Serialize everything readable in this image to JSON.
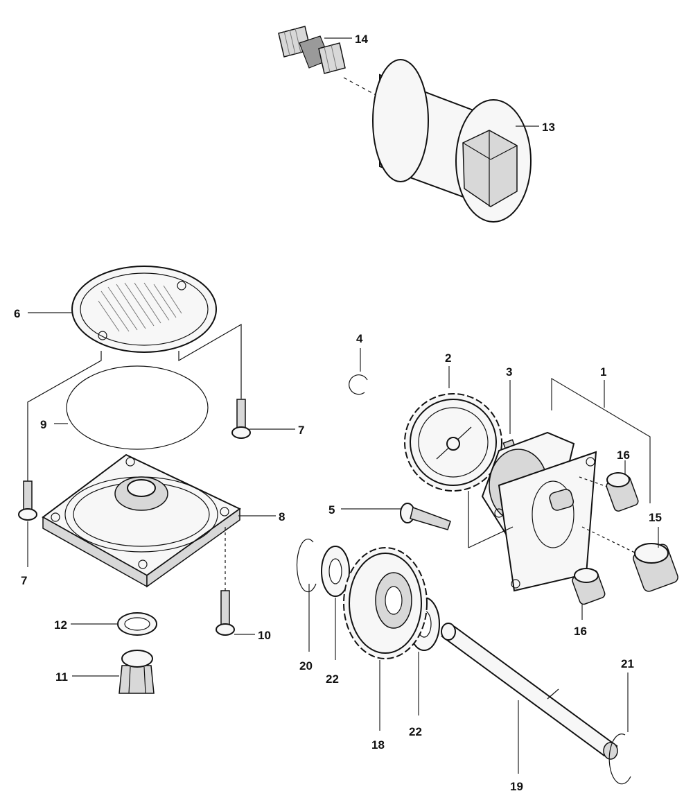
{
  "diagram": {
    "part_labels": {
      "p1": "1",
      "p2": "2",
      "p3": "3",
      "p4": "4",
      "p5": "5",
      "p6": "6",
      "p7a": "7",
      "p7b": "7",
      "p8": "8",
      "p9": "9",
      "p10": "10",
      "p11": "11",
      "p12": "12",
      "p13": "13",
      "p14": "14",
      "p15": "15",
      "p16a": "16",
      "p16b": "16",
      "p18": "18",
      "p19": "19",
      "p20": "20",
      "p21": "21",
      "p22a": "22",
      "p22b": "22"
    }
  }
}
